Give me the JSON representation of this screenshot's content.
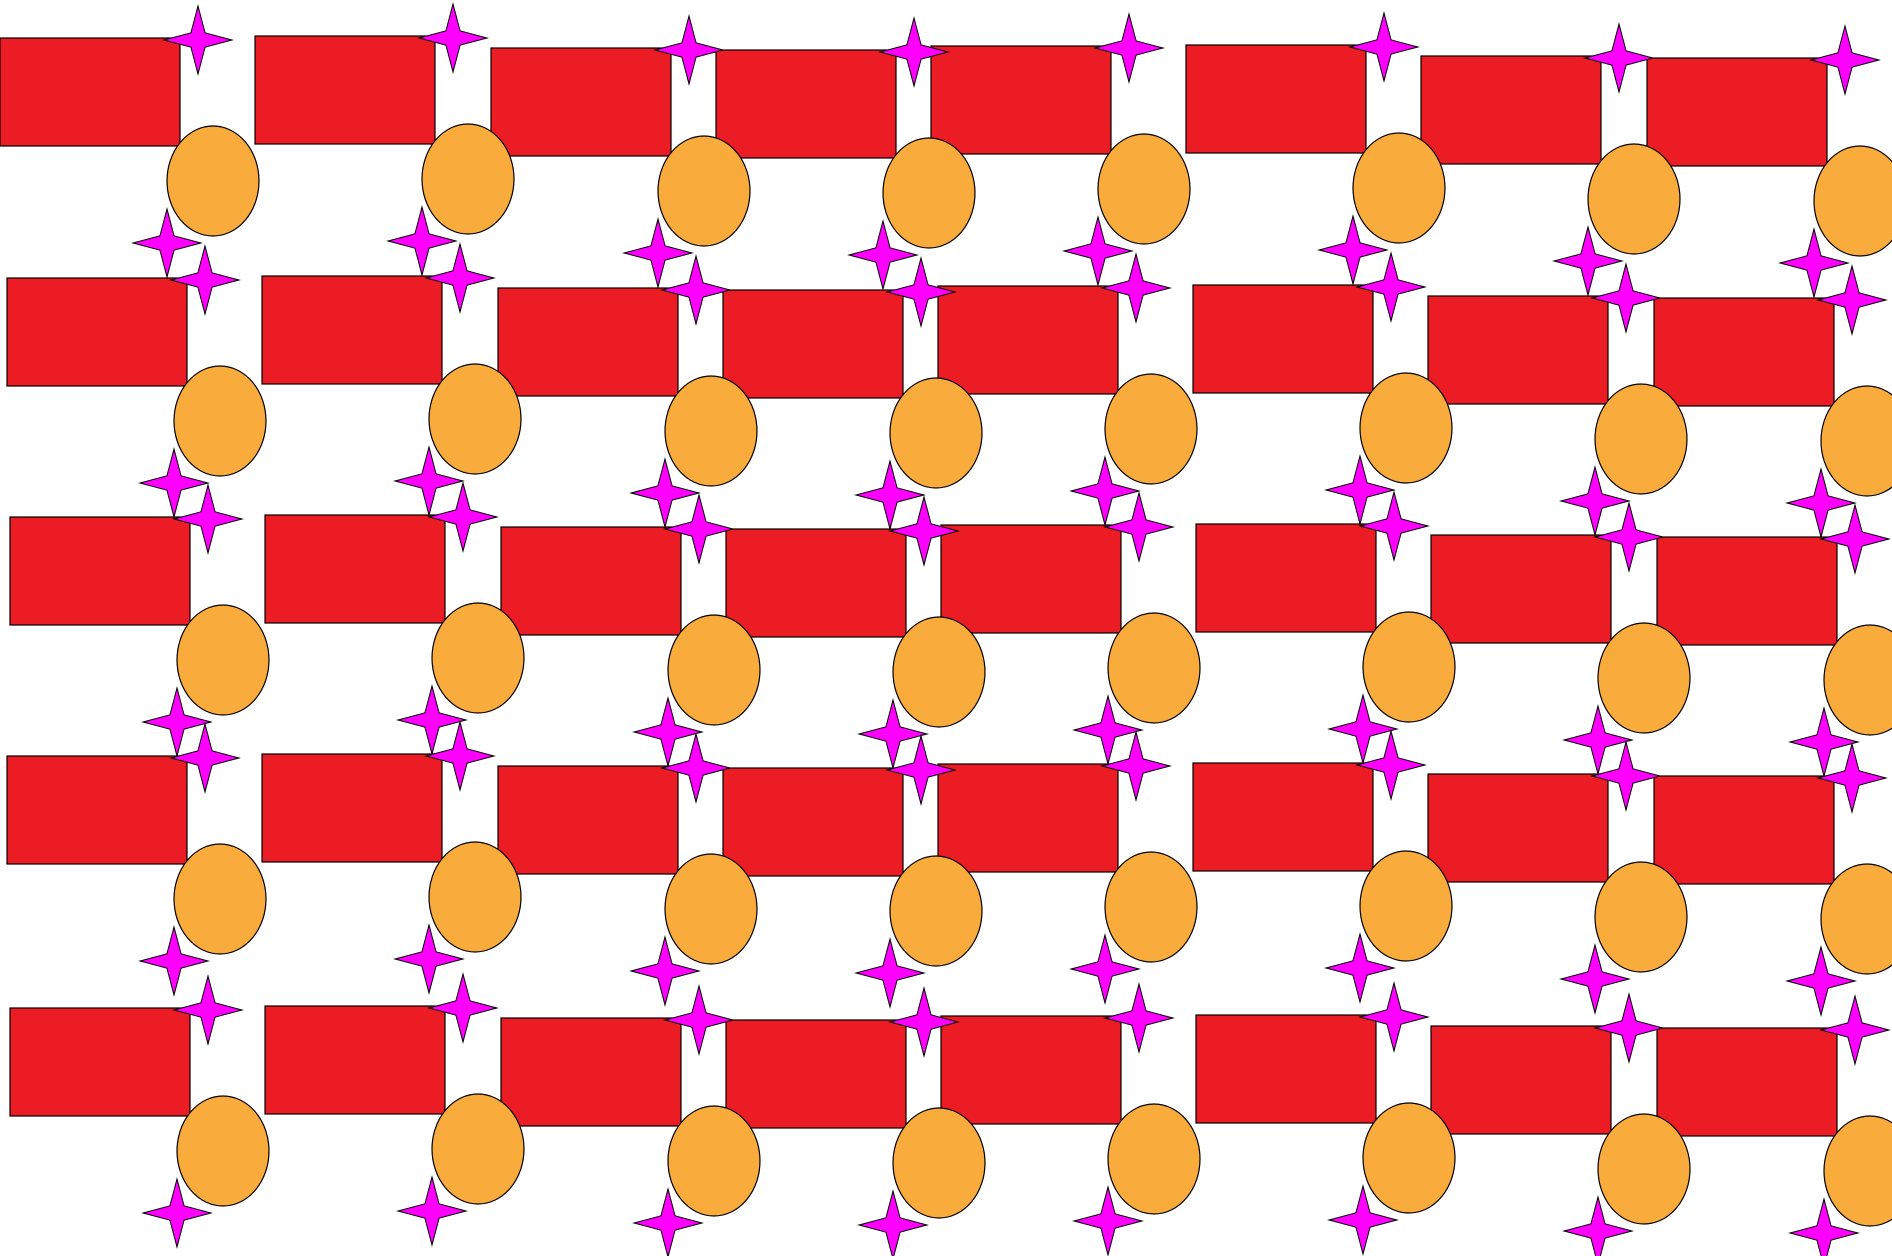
{
  "canvas": {
    "background": "#ffffff"
  },
  "pattern": {
    "rows": 5,
    "columns": 8,
    "shapes": [
      "rectangle",
      "ellipse",
      "four-point-star"
    ],
    "colors": {
      "rectangle_fill": "#ec1c24",
      "ellipse_fill": "#f9ab3b",
      "star_fill": "#ff00ff",
      "outline": "#000000"
    }
  }
}
